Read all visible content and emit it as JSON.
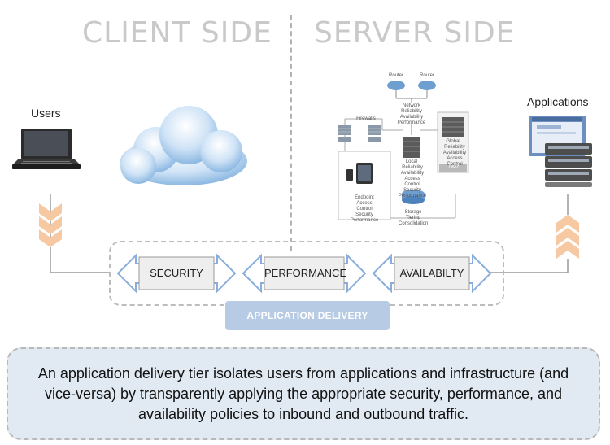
{
  "headings": {
    "client": "CLIENT SIDE",
    "server": "SERVER SIDE"
  },
  "actors": {
    "users": "Users",
    "applications": "Applications"
  },
  "server_diagram": {
    "router_a": "Router",
    "router_b": "Router",
    "network_title": "Network",
    "network_sub": "Reliability Availability Performance",
    "firewalls": "Firewalls",
    "global_title": "Global",
    "global_sub": "Reliability Availability Access Control",
    "dmz": "DMZ",
    "local_title": "Local",
    "local_sub": "Reliability Availability Access Control Security Performance",
    "endpoint_title": "Endpoint",
    "endpoint_sub": "Access Control Security Performance",
    "storage_title": "Storage",
    "storage_sub": "Tiering Consolidation"
  },
  "delivery": {
    "boxes": [
      "SECURITY",
      "PERFORMANCE",
      "AVAILABILTY"
    ],
    "tab_label": "APPLICATION DELIVERY"
  },
  "description": "An application delivery tier isolates users from applications and infrastructure (and vice-versa) by transparently applying the appropriate security, performance, and availability policies to inbound and outbound traffic.",
  "colors": {
    "heading": "#c9c9c9",
    "box_fill": "#eeeeee",
    "arrow_outline": "#8aaedc",
    "tab": "#b7cbe4",
    "description_bg": "#e1e9f2",
    "chevrons": "#f6c9a3"
  }
}
